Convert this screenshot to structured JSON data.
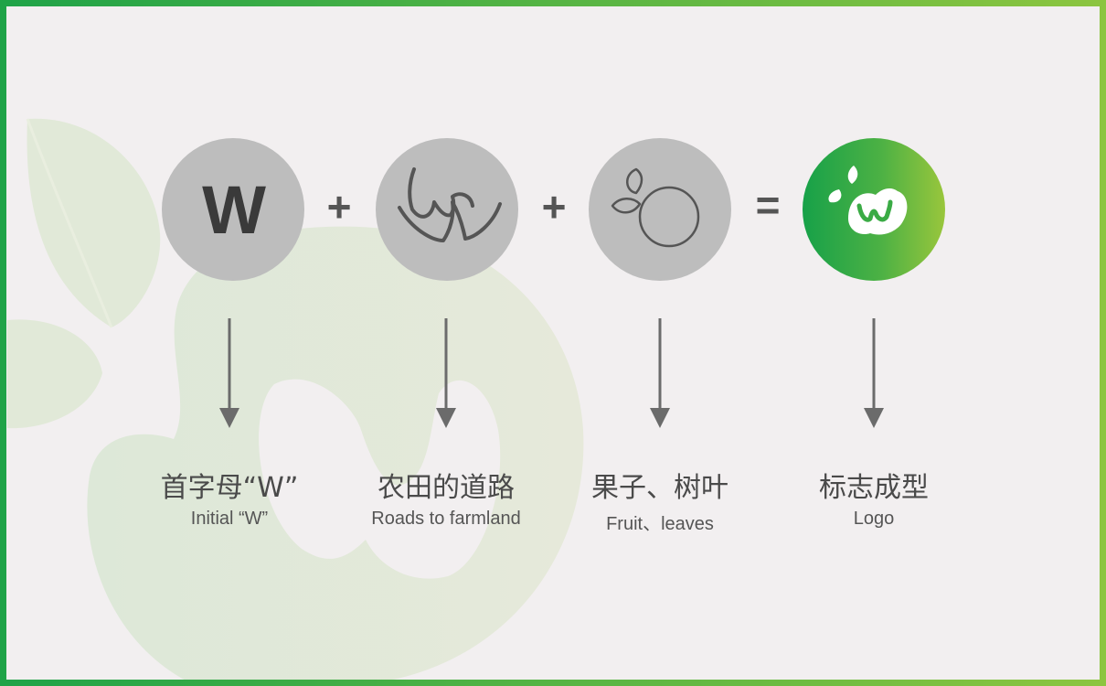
{
  "colors": {
    "circle_gray": "#bdbdbd",
    "icon_stroke": "#555555",
    "logo_green_start": "#17a149",
    "logo_green_end": "#99c63c",
    "frame_green": "#3cab3f",
    "background": "#f2eff0",
    "text": "#4a4a4a"
  },
  "steps": [
    {
      "glyph": "W",
      "icon": "letter-w",
      "label_cn": "首字母“W”",
      "label_en": "Initial “W”"
    },
    {
      "icon": "road-curve-icon",
      "label_cn": "农田的道路",
      "label_en": "Roads to farmland"
    },
    {
      "icon": "fruit-leaves-icon",
      "label_cn": "果子、树叶",
      "label_en": "Fruit、leaves"
    },
    {
      "icon": "logo-icon",
      "label_cn": "标志成型",
      "label_en": "Logo"
    }
  ],
  "operators": [
    "+",
    "+",
    "="
  ]
}
